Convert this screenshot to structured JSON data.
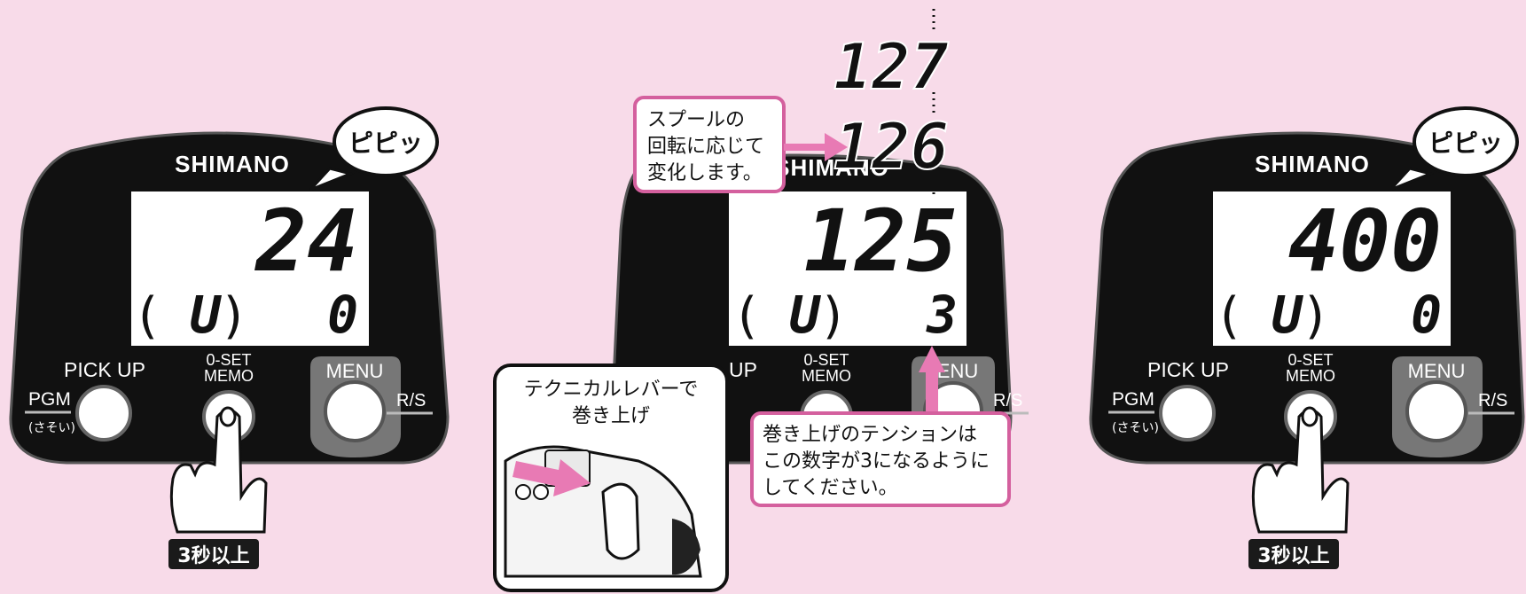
{
  "colors": {
    "background": "#f8dbe9",
    "device_body": "#111111",
    "lcd": "#ffffff",
    "accent_pink": "#e87ab4",
    "callout_border": "#d4609e",
    "badge": "#1a1a1a"
  },
  "panels": [
    {
      "brand": "SHIMANO",
      "beep": "ピピッ",
      "lcd_main": "24",
      "lcd_sub_paren_open": "(",
      "lcd_sub_mid": "U",
      "lcd_sub_paren_close": ")",
      "lcd_sub_value": "0",
      "btn_pickup": "PICK UP",
      "btn_pgm": "PGM",
      "btn_pgm_sub": "(さそい)",
      "btn_oset_1": "0-SET",
      "btn_oset_2": "MEMO",
      "btn_menu": "MENU",
      "btn_rs": "R/S",
      "hold_badge": "3秒以上"
    },
    {
      "brand": "SHIMANO",
      "lcd_main": "125",
      "lcd_sub_paren_open": "(",
      "lcd_sub_mid": "U",
      "lcd_sub_paren_close": ")",
      "lcd_sub_value": "3",
      "btn_pickup": "UP",
      "btn_oset_1": "0-SET",
      "btn_oset_2": "MEMO",
      "btn_menu": "ENU",
      "btn_rs": "R/S",
      "count_top": "127",
      "count_mid": "126",
      "callout_spool": [
        "スプールの",
        "回転に応じて",
        "変化します。"
      ],
      "lever_title": [
        "テクニカルレバーで",
        "巻き上げ"
      ],
      "callout_tension": [
        "巻き上げのテンションは",
        "この数字が3になるように",
        "してください。"
      ]
    },
    {
      "brand": "SHIMANO",
      "beep": "ピピッ",
      "lcd_main": "400",
      "lcd_sub_paren_open": "(",
      "lcd_sub_mid": "U",
      "lcd_sub_paren_close": ")",
      "lcd_sub_value": "0",
      "btn_pickup": "PICK UP",
      "btn_pgm": "PGM",
      "btn_pgm_sub": "(さそい)",
      "btn_oset_1": "0-SET",
      "btn_oset_2": "MEMO",
      "btn_menu": "MENU",
      "btn_rs": "R/S",
      "hold_badge": "3秒以上"
    }
  ]
}
